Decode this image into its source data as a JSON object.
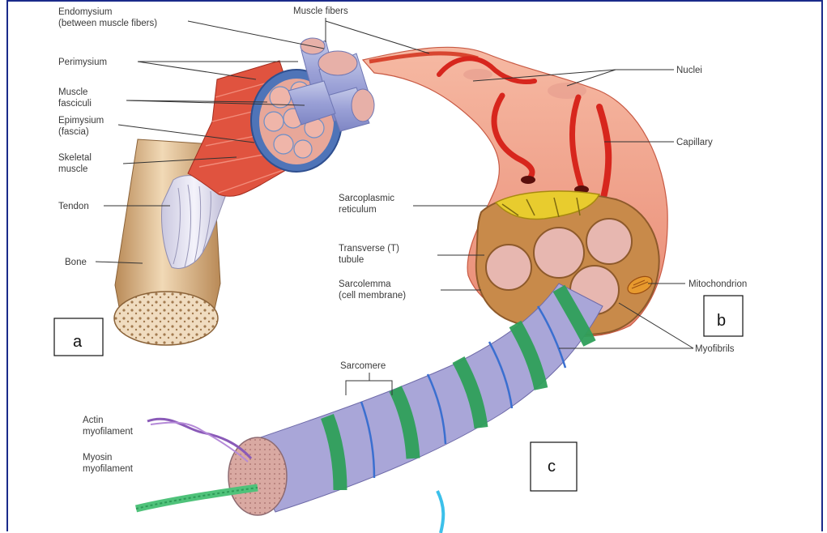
{
  "labels": {
    "endomysium": [
      "Endomysium",
      "(between muscle fibers)"
    ],
    "perimysium": [
      "Perimysium"
    ],
    "muscle_fasciculi": [
      "Muscle",
      "fasciculi"
    ],
    "epimysium": [
      "Epimysium",
      "(fascia)"
    ],
    "skeletal_muscle": [
      "Skeletal",
      "muscle"
    ],
    "tendon": [
      "Tendon"
    ],
    "bone": [
      "Bone"
    ],
    "muscle_fibers": [
      "Muscle fibers"
    ],
    "nuclei": [
      "Nuclei"
    ],
    "capillary": [
      "Capillary"
    ],
    "sarcoplasmic_reticulum": [
      "Sarcoplasmic",
      "reticulum"
    ],
    "transverse_tubule": [
      "Transverse (T)",
      "tubule"
    ],
    "sarcolemma": [
      "Sarcolemma",
      "(cell membrane)"
    ],
    "mitochondrion": [
      "Mitochondrion"
    ],
    "myofibrils": [
      "Myofibrils"
    ],
    "sarcomere": [
      "Sarcomere"
    ],
    "actin": [
      "Actin",
      "myofilament"
    ],
    "myosin": [
      "Myosin",
      "myofilament"
    ]
  },
  "panel_tags": {
    "a": "a",
    "b": "b",
    "c": "c"
  },
  "colors": {
    "frame": "#1a2a8a",
    "muscle": "#e0533f",
    "fiber_skin": "#f2a58f",
    "capillary": "#d7261d",
    "bone": "#e6c7a0",
    "fascia_blue": "#5f86c6",
    "fascicle_blue": "#b9c6e6",
    "myofibril_pink": "#e7b7b0",
    "band_green": "#2fa05a",
    "band_purple": "#a9a6d8",
    "sr_yellow": "#e8cc2e"
  }
}
